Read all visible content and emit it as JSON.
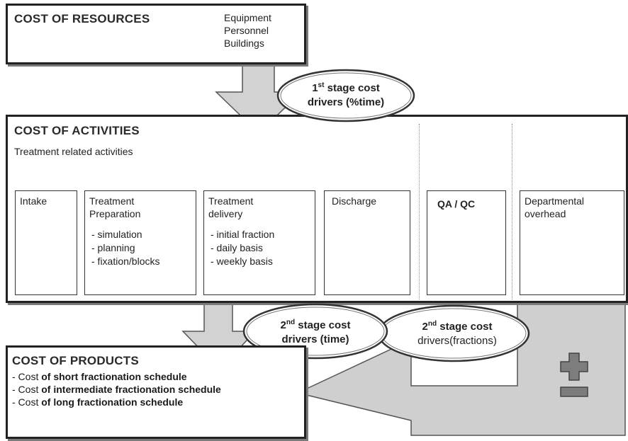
{
  "resources": {
    "title": "COST OF RESOURCES",
    "items": [
      "Equipment",
      "Personnel",
      "Buildings"
    ]
  },
  "stage1": {
    "prefix": "1",
    "sup": "st",
    "line1_rest": " stage cost",
    "line2": "drivers (%time)"
  },
  "activities": {
    "title": "COST OF ACTIVITIES",
    "subtitle": "Treatment related activities",
    "boxes": {
      "intake": {
        "label": "Intake"
      },
      "preparation": {
        "label1": "Treatment",
        "label2": "Preparation",
        "items": [
          "- simulation",
          "- planning",
          "- fixation/blocks"
        ]
      },
      "delivery": {
        "label1": "Treatment",
        "label2": "delivery",
        "items": [
          "- initial fraction",
          "- daily basis",
          "- weekly basis"
        ]
      },
      "discharge": {
        "label": "Discharge"
      },
      "qaqc": {
        "label": "QA / QC"
      },
      "overhead": {
        "label1": "Departmental",
        "label2": "overhead"
      }
    }
  },
  "stage2_time": {
    "prefix": "2",
    "sup": "nd",
    "line1_rest": " stage cost",
    "line2": "drivers (time)"
  },
  "stage2_fractions": {
    "prefix": "2",
    "sup": "nd",
    "line1_rest": " stage cost",
    "line2": "drivers(fractions)"
  },
  "products": {
    "title": "COST OF PRODUCTS",
    "items": [
      {
        "lead": "- Cost ",
        "rest": "of short fractionation schedule"
      },
      {
        "lead": "- Cost ",
        "rest": "of intermediate fractionation schedule"
      },
      {
        "lead": "- Cost ",
        "rest": "of long fractionation schedule"
      }
    ]
  },
  "colors": {
    "arrow_fill": "#d2d2d2",
    "arrow_stroke": "#555555",
    "hospital_icon": "#7d7d7d"
  }
}
